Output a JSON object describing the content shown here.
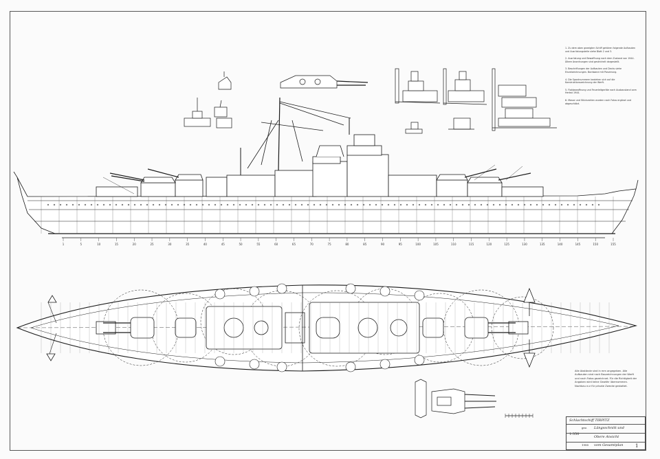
{
  "drawing": {
    "frame_numbers": [
      "1",
      "5",
      "10",
      "15",
      "20",
      "25",
      "30",
      "35",
      "40",
      "45",
      "50",
      "55",
      "60",
      "65",
      "70",
      "75",
      "80",
      "85",
      "90",
      "95",
      "100",
      "105",
      "110",
      "115",
      "120",
      "125",
      "130",
      "135",
      "140",
      "145",
      "150",
      "155"
    ]
  },
  "notes": [
    "1. Zu dem oben gezeigten Schiff gehören folgende Aufbauten und Ausrüstungsteile siehe Blatt 2 und 3.",
    "2. Ausrüstung und Bewaffnung nach dem Zustand von 1944. Ältere Anordnungen sind gestrichelt dargestellt.",
    "3. Beschriftungen der Aufbauten und Decks siehe Einzelzeichnungen. Bordwand mit Panzerung.",
    "4. Die Spantnummern beziehen sich auf die Konstruktionszeichnung der Werft.",
    "5. Flakbewaffnung und Feuerleitgeräte nach Ausbaustand vom Herbst 1944.",
    "6. Masse und Stückzahlen wurden nach Fotos ergänzt und abgeschätzt."
  ],
  "legend_notes": "Alle Abstände sind in mm angegeben. Alle Aufbauten sind nach Bauzeichnungen der Werft und nach Fotos gezeichnet. Für die Richtigkeit der Angaben wird keine Gewähr übernommen. Nachbau nur für private Zwecke gestattet.",
  "title_block": {
    "ship": "Schlachtschiff TIRPITZ",
    "row2_a": "Längsschnitt und",
    "row3_a": "Obere Ansicht",
    "row4_a": "vom Gesamtplan",
    "scale": "1:350",
    "drawn": "gez.",
    "year": "1985",
    "sheet_no": "1"
  },
  "colors": {
    "line": "#1a1a1a",
    "paper": "#fbfbfb",
    "frame": "#555555"
  }
}
